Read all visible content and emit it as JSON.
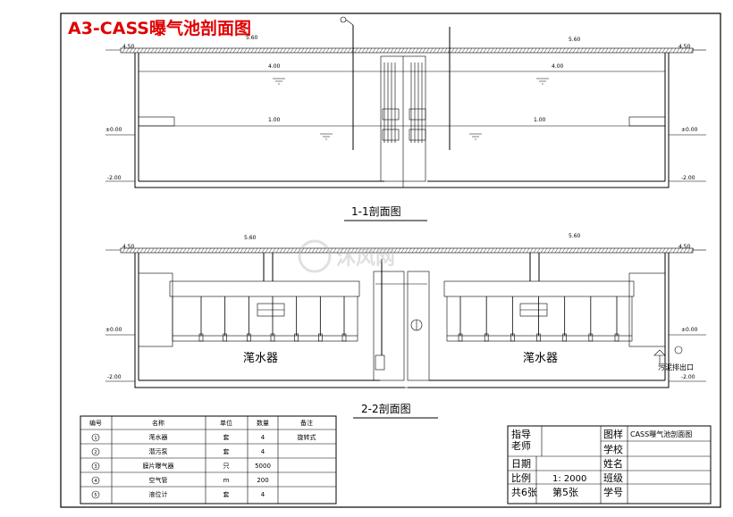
{
  "drawing": {
    "title": "A3-CASS曝气池剖面图",
    "watermark": "沐风网",
    "colors": {
      "title": "#e00000",
      "line": "#000000",
      "watermark": "#cfcfcf"
    },
    "section1": {
      "caption": "1-1剖面图",
      "elevations": {
        "top_left": "4.50",
        "top_right": "4.50",
        "top_mid": "5.60",
        "ground_left": "±0.00",
        "ground_right": "±0.00",
        "bottom_left": "-2.00",
        "bottom_right": "-2.00",
        "water_high_left": "4.00",
        "water_high_right": "4.00",
        "water_low_left": "1.00",
        "water_low_right": "1.00",
        "top_small": "5.60"
      }
    },
    "section2": {
      "caption": "2-2剖面图",
      "elevations": {
        "top_left": "4.50",
        "top_right": "4.50",
        "top_mid_left": "5.60",
        "top_mid_right": "5.60",
        "ground_left": "±0.00",
        "ground_right": "±0.00",
        "bottom_left": "-2.00",
        "bottom_right": "-2.00"
      },
      "decanter_label_left": "滗水器",
      "decanter_label_right": "滗水器",
      "sludge_outlet_label": "污泥排出口"
    }
  },
  "parts_table": {
    "headers": [
      "编号",
      "名称",
      "单位",
      "数量",
      "备注"
    ],
    "rows": [
      {
        "no": "1",
        "name": "滗水器",
        "unit": "套",
        "qty": "4",
        "note": "旋转式"
      },
      {
        "no": "2",
        "name": "潜污泵",
        "unit": "套",
        "qty": "4",
        "note": ""
      },
      {
        "no": "3",
        "name": "膜片曝气器",
        "unit": "只",
        "qty": "5000",
        "note": ""
      },
      {
        "no": "4",
        "name": "空气管",
        "unit": "m",
        "qty": "200",
        "note": ""
      },
      {
        "no": "5",
        "name": "液位计",
        "unit": "套",
        "qty": "4",
        "note": ""
      }
    ]
  },
  "title_block": {
    "instructor_label": "指导\n老师",
    "drawing_name_label": "图样",
    "drawing_name_value": "CASS曝气池剖面图",
    "school_label": "学校",
    "date_label": "日期",
    "name_label": "姓名",
    "scale_label": "比例",
    "scale_value": "1: 2000",
    "class_label": "班级",
    "sheets_label": "共6张",
    "sheet_no_label": "第5张",
    "student_no_label": "学号"
  }
}
